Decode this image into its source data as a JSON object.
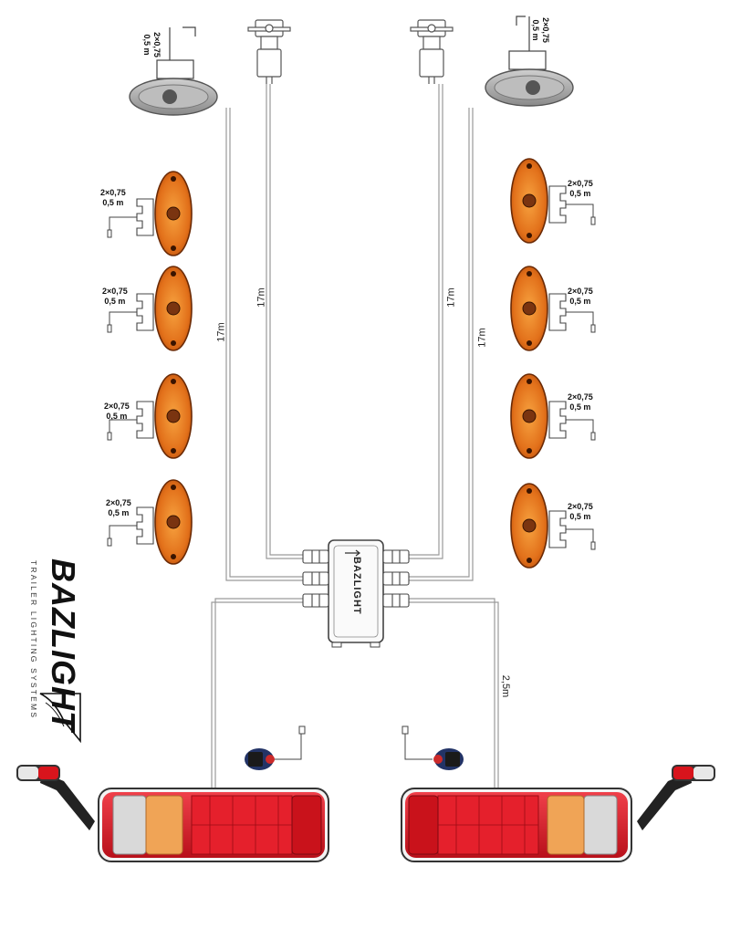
{
  "brand": {
    "name": "BAZLIGHT",
    "tagline": "TRAILER LIGHTING SYSTEMS"
  },
  "junction_box": {
    "label": "BAZLIGHT"
  },
  "cables": {
    "long_left": "17m",
    "mid_left": "17m",
    "mid_right": "17m",
    "long_right": "17m",
    "rear_right": "2,5m"
  },
  "lamp_cable": {
    "section": "2×0,75",
    "length": "0,5 m"
  },
  "colors": {
    "marker_amber": "#e8781c",
    "rear_red": "#d8141c",
    "white_lamp": "#d9d9d9",
    "wire": "#b8b8b8"
  },
  "icons": [
    "front-clearance-lamp",
    "side-marker-lamp",
    "tail-lamp",
    "end-outline-lamp",
    "junction-box",
    "connector-plug"
  ]
}
